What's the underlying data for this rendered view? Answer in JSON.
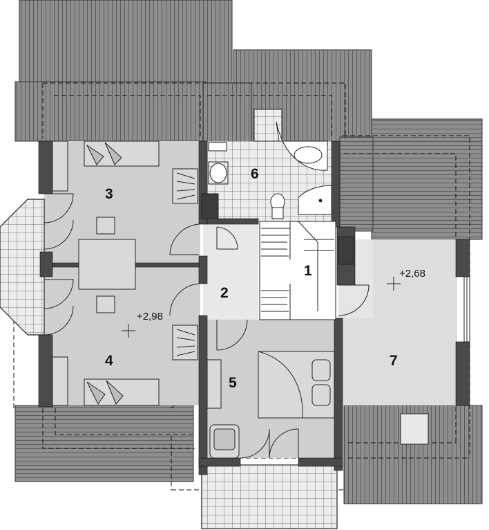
{
  "plan": {
    "rooms": [
      {
        "id": "1",
        "label": "1"
      },
      {
        "id": "2",
        "label": "2"
      },
      {
        "id": "3",
        "label": "3"
      },
      {
        "id": "4",
        "label": "4"
      },
      {
        "id": "5",
        "label": "5"
      },
      {
        "id": "6",
        "label": "6"
      },
      {
        "id": "7",
        "label": "7"
      }
    ],
    "levels": [
      {
        "id": "bedrooms",
        "text": "+2,98"
      },
      {
        "id": "room7",
        "text": "+2,68"
      }
    ],
    "colors": {
      "roof": "#8e8e8e",
      "roof_line": "#5a5a5a",
      "wall": "#4a4a4a",
      "floor": "#cfcfcf",
      "hall": "#e6e6e6",
      "furniture": "#d9d9d9",
      "line": "#222222"
    }
  }
}
